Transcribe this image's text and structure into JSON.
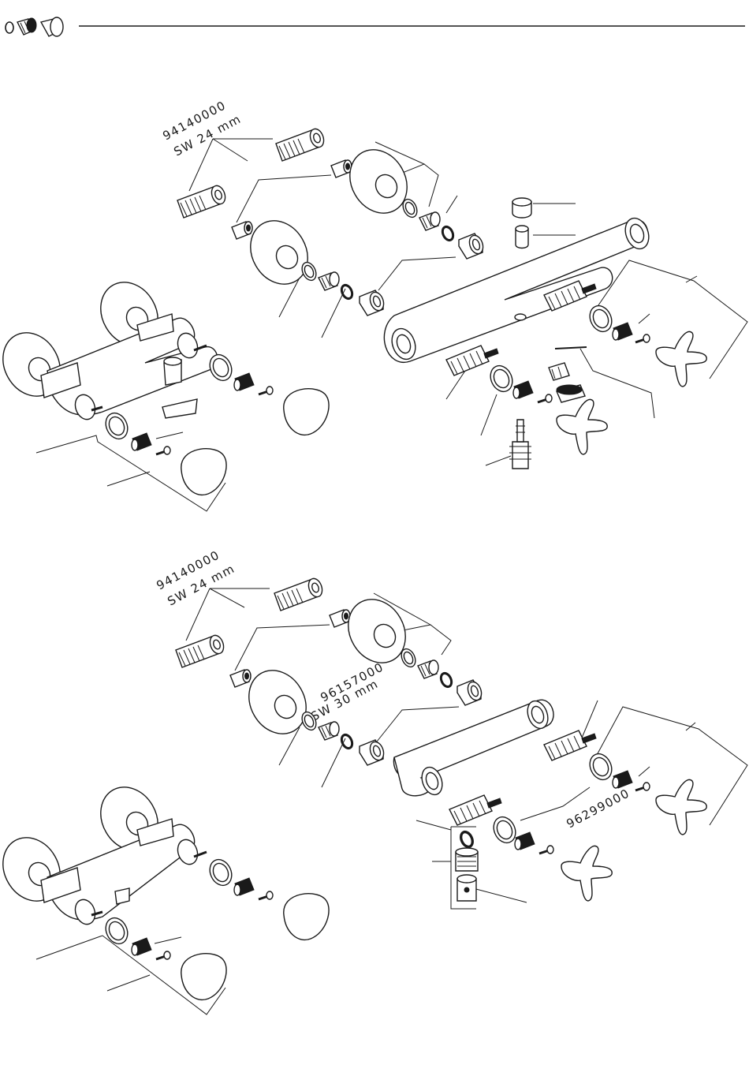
{
  "header": {
    "icon": "cartridge-parts-icon"
  },
  "diagram_top": {
    "part_number": "94140000",
    "wrench_size": "SW 24 mm"
  },
  "diagram_bottom": {
    "part_number": "94140000",
    "wrench_size": "SW 24 mm",
    "nut_part_number": "96157000",
    "nut_wrench_size": "SW 30 mm",
    "cartridge_part_number": "96299000"
  }
}
